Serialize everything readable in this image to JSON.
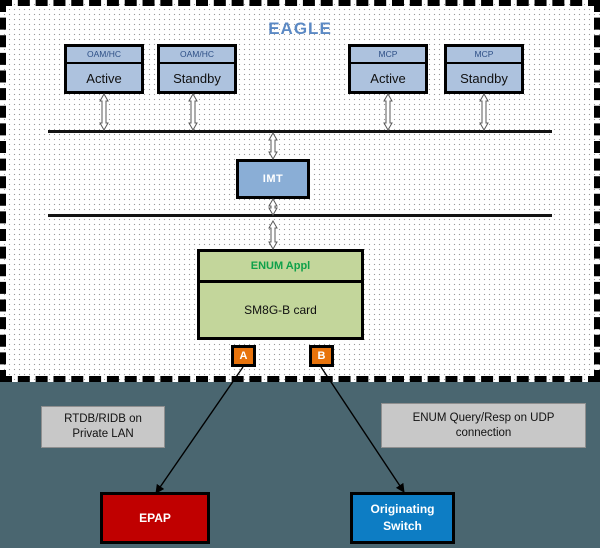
{
  "diagram": {
    "title": "EAGLE",
    "background_top": "#ffffff",
    "background_bottom": "#4a6670",
    "accent_blue": "#5b89c4",
    "card_blue": "#adc2de",
    "imt_blue": "#8aaed6",
    "enum_green": "#c3d69b",
    "enum_text_green": "#0fa14a",
    "port_orange": "#e8730c",
    "epap_red": "#c00000",
    "switch_blue": "#0d7dc4",
    "note_gray": "#c8c8c8"
  },
  "cards": [
    {
      "head": "OAM/HC",
      "body": "Active"
    },
    {
      "head": "OAM/HC",
      "body": "Standby"
    },
    {
      "head": "MCP",
      "body": "Active"
    },
    {
      "head": "MCP",
      "body": "Standby"
    }
  ],
  "imt": {
    "label": "IMT"
  },
  "enum_card": {
    "application": "ENUM Appl",
    "hardware": "SM8G-B card"
  },
  "ports": [
    {
      "label": "A"
    },
    {
      "label": "B"
    }
  ],
  "notes": [
    {
      "line1": "RTDB/RIDB on",
      "line2": "Private LAN"
    },
    {
      "line1": "ENUM Query/Resp on UDP",
      "line2": "connection"
    }
  ],
  "endpoints": [
    {
      "line1": "EPAP",
      "line2": ""
    },
    {
      "line1": "Originating",
      "line2": "Switch"
    }
  ]
}
